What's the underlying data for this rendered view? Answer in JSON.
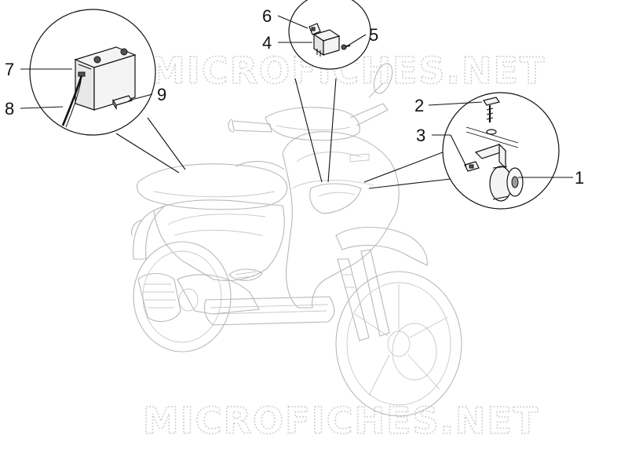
{
  "diagram": {
    "watermark_text": "MICROFICHES.NET",
    "callouts": [
      {
        "id": "1",
        "label": "1"
      },
      {
        "id": "2",
        "label": "2"
      },
      {
        "id": "3",
        "label": "3"
      },
      {
        "id": "4",
        "label": "4"
      },
      {
        "id": "5",
        "label": "5"
      },
      {
        "id": "6",
        "label": "6"
      },
      {
        "id": "7",
        "label": "7"
      },
      {
        "id": "8",
        "label": "8"
      },
      {
        "id": "9",
        "label": "9"
      }
    ],
    "detail_views": [
      "battery-detail",
      "relay-detail",
      "horn-detail"
    ],
    "colors": {
      "ink": "#111111",
      "ghost": "#b8b8b8",
      "watermark": "#cfcfcf",
      "background": "#ffffff"
    }
  }
}
